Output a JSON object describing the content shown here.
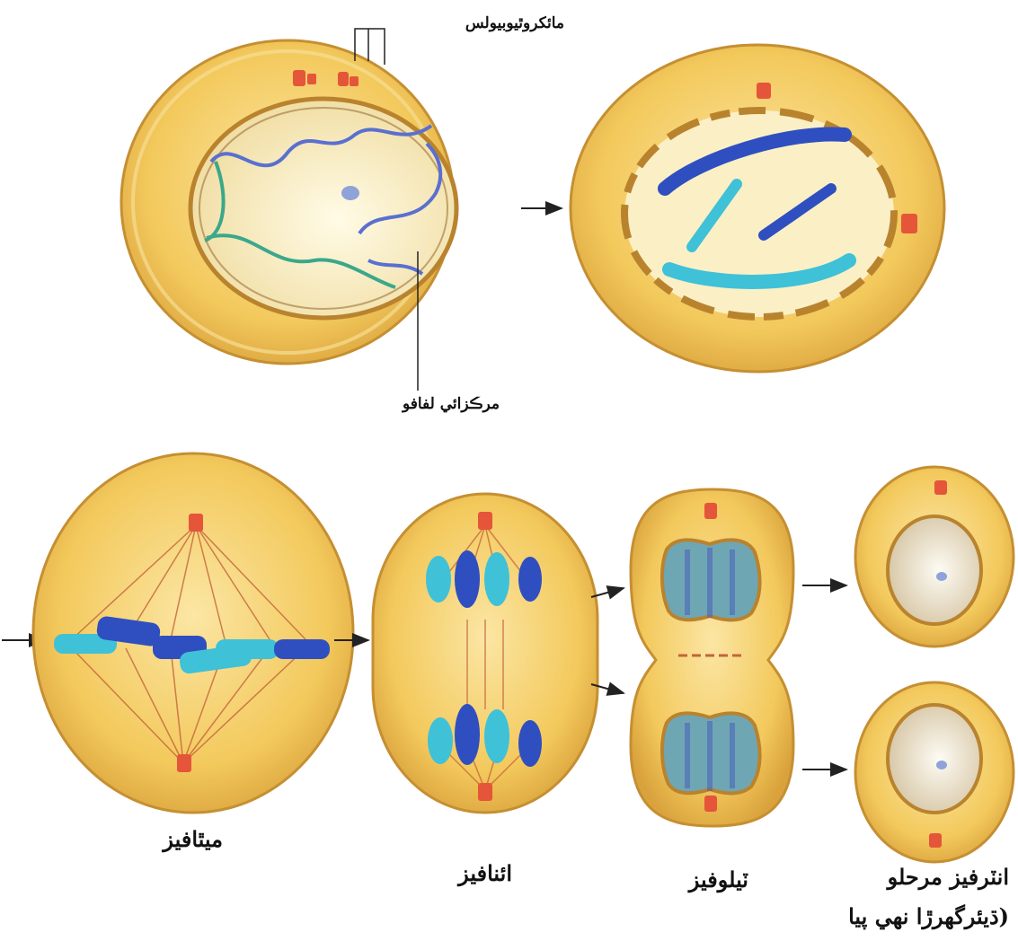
{
  "labels": {
    "microtubules": "مائکروٿيوبيولس",
    "nuclear_envelope": "مرڪزائي لفافو",
    "metaphase": "ميٿافيز",
    "anaphase": "ائنافيز",
    "telophase": "ٽيلوفيز",
    "interphase": "انٽرفيز مرحلو",
    "daughter_cells": "(ڌيئرگھرڙا نهي پيا"
  },
  "colors": {
    "cell_fill": "#f5d070",
    "cell_edge": "#d9a640",
    "cytoplasm_light": "#faf0c8",
    "nuclear_border": "#b9832e",
    "chromosome_dark": "#2f4fc0",
    "chromosome_light": "#3fc1d8",
    "chromatin_green": "#3aa88a",
    "centrosome": "#e5553a",
    "arrow": "#222222"
  }
}
